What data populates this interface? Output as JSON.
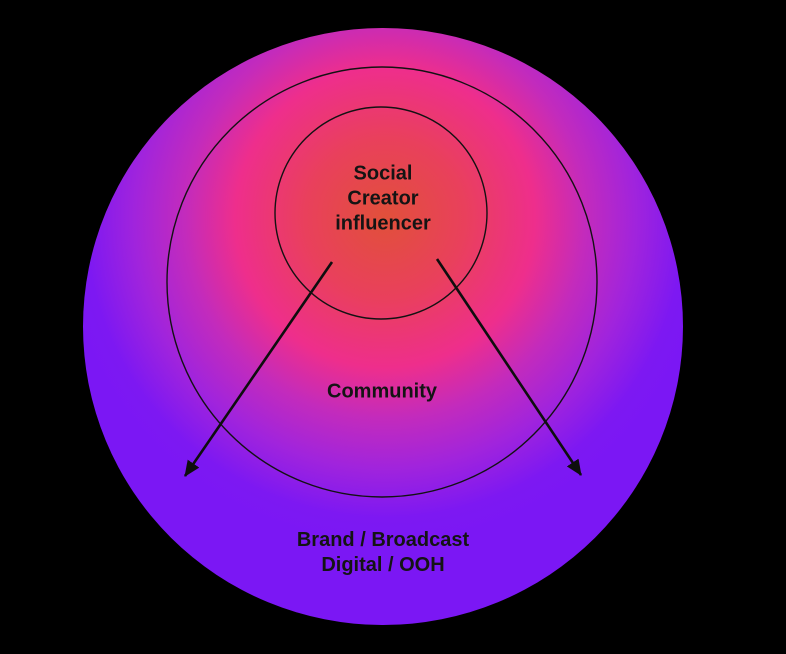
{
  "diagram": {
    "type": "concentric-rings",
    "background_color": "#000000",
    "text_color": "#141414",
    "outline_color": "#121212",
    "gradient_colors": {
      "core": "#e1503a",
      "mid_pink": "#ee2e8c",
      "magenta": "#c32bbc",
      "edge_violet": "#7b17f4"
    },
    "rings": [
      {
        "level": 1,
        "name": "inner"
      },
      {
        "level": 2,
        "name": "middle"
      },
      {
        "level": 3,
        "name": "outer"
      }
    ],
    "labels": {
      "inner": {
        "line1": "Social",
        "line2": "Creator",
        "line3": "influencer"
      },
      "middle": {
        "text": "Community"
      },
      "outer": {
        "line1": "Brand / Broadcast",
        "line2": "Digital / OOH"
      }
    },
    "arrows": [
      {
        "name": "arrow-to-lower-left",
        "direction": "inner circle to outer ring, lower left"
      },
      {
        "name": "arrow-to-lower-right",
        "direction": "inner circle to outer ring, lower right"
      }
    ]
  }
}
